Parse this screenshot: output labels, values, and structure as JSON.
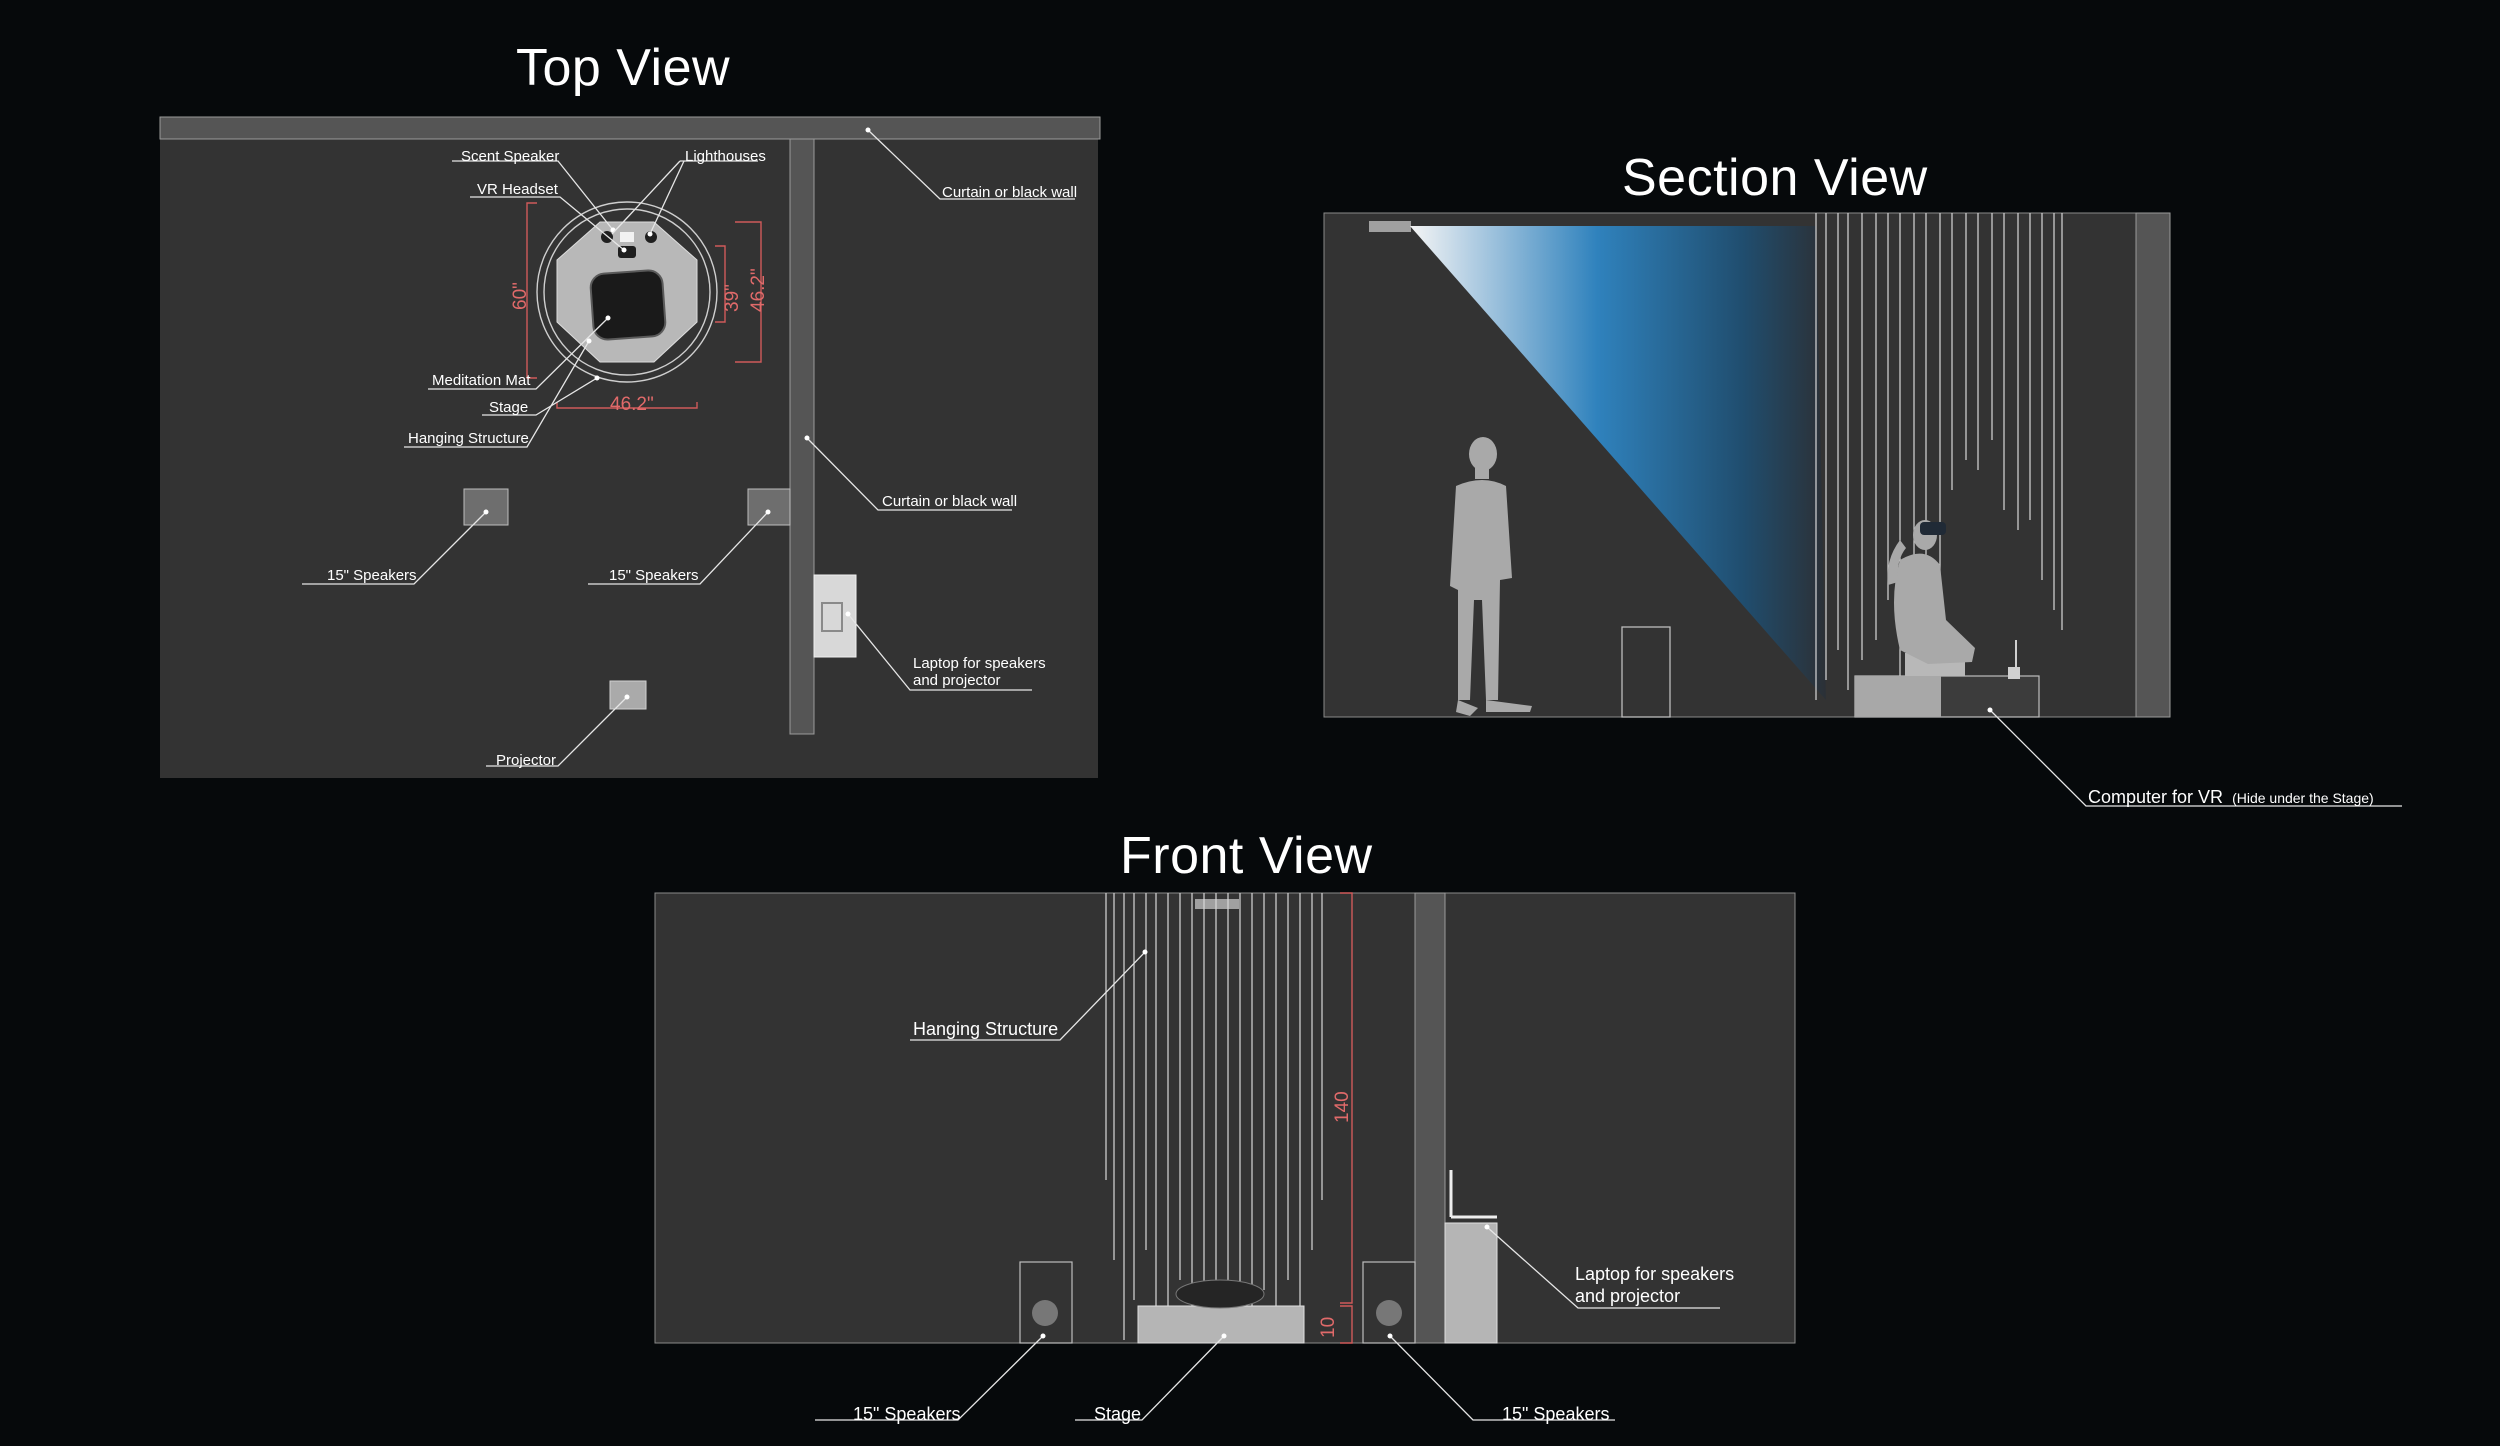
{
  "views": {
    "top": {
      "title": "Top View"
    },
    "section": {
      "title": "Section View"
    },
    "front": {
      "title": "Front View"
    }
  },
  "top_labels": {
    "scent_speaker": "Scent Speaker",
    "lighthouses": "Lighthouses",
    "vr_headset": "VR Headset",
    "curtain_top": "Curtain or black wall",
    "meditation_mat": "Meditation Mat",
    "stage": "Stage",
    "hanging_structure": "Hanging Structure",
    "curtain_side": "Curtain or black wall",
    "speakers_left": "15\" Speakers",
    "speakers_right": "15\" Speakers",
    "laptop_line1": "Laptop for speakers",
    "laptop_line2": "and projector",
    "projector": "Projector"
  },
  "top_dims": {
    "d60": "60\"",
    "d39": "39\"",
    "d462v": "46.2\"",
    "d462h": "46.2\""
  },
  "section_labels": {
    "computer": "Computer for VR",
    "computer_note": "(Hide under the Stage)"
  },
  "front_labels": {
    "hanging_structure": "Hanging Structure",
    "laptop_line1": "Laptop for speakers",
    "laptop_line2": "and projector",
    "speakers_left": "15\" Speakers",
    "stage": "Stage",
    "speakers_right": "15\" Speakers"
  },
  "front_dims": {
    "d140": "140",
    "d10": "10"
  },
  "colors": {
    "background": "#06090b",
    "panel": "#323232",
    "dimension": "#d05a5a",
    "beam": "#2f86c4"
  }
}
